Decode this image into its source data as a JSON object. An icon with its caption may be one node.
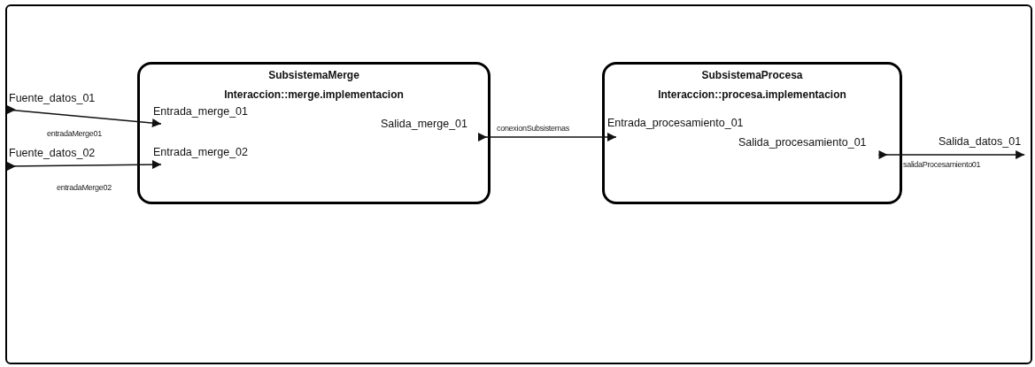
{
  "diagram": {
    "nodes": [
      {
        "text": [],
        "shape": "box"
      },
      {
        "text": [
          "Fuente_datos_01"
        ],
        "in": 0
      },
      {
        "text": [
          "Fuente_datos_02"
        ],
        "in": 0
      },
      {
        "text": [
          "SubsistemaMerge",
          "Interaccion::merge.implementacion"
        ],
        "in": 0
      },
      {
        "text": [
          "Entrada_merge_01"
        ],
        "in": 3
      },
      {
        "text": [
          "Entrada_merge_02"
        ],
        "in": 3
      },
      {
        "text": [
          "Salida_merge_01"
        ],
        "in": 3
      },
      {
        "text": [
          "SubsistemaProcesa",
          "Interaccion::procesa.implementacion"
        ],
        "in": 0
      },
      {
        "text": [
          "Entrada_procesamiento_01"
        ],
        "in": 7
      },
      {
        "text": [
          "Salida_procesamiento_01"
        ],
        "in": 7
      },
      {
        "text": [
          "Salida_datos_01"
        ],
        "in": 0
      }
    ],
    "edges": [
      {
        "from": 1,
        "to": 4,
        "label": "entradaMerge01",
        "arrow": "to"
      },
      {
        "from": 2,
        "to": 5,
        "label": "entradaMerge02",
        "arrow": "to"
      },
      {
        "from": 6,
        "to": 8,
        "label": "conexionSubsistemas",
        "arrow": "to"
      },
      {
        "from": 9,
        "to": 10,
        "label": "salidaProcesamiento01",
        "arrow": "to"
      }
    ]
  }
}
